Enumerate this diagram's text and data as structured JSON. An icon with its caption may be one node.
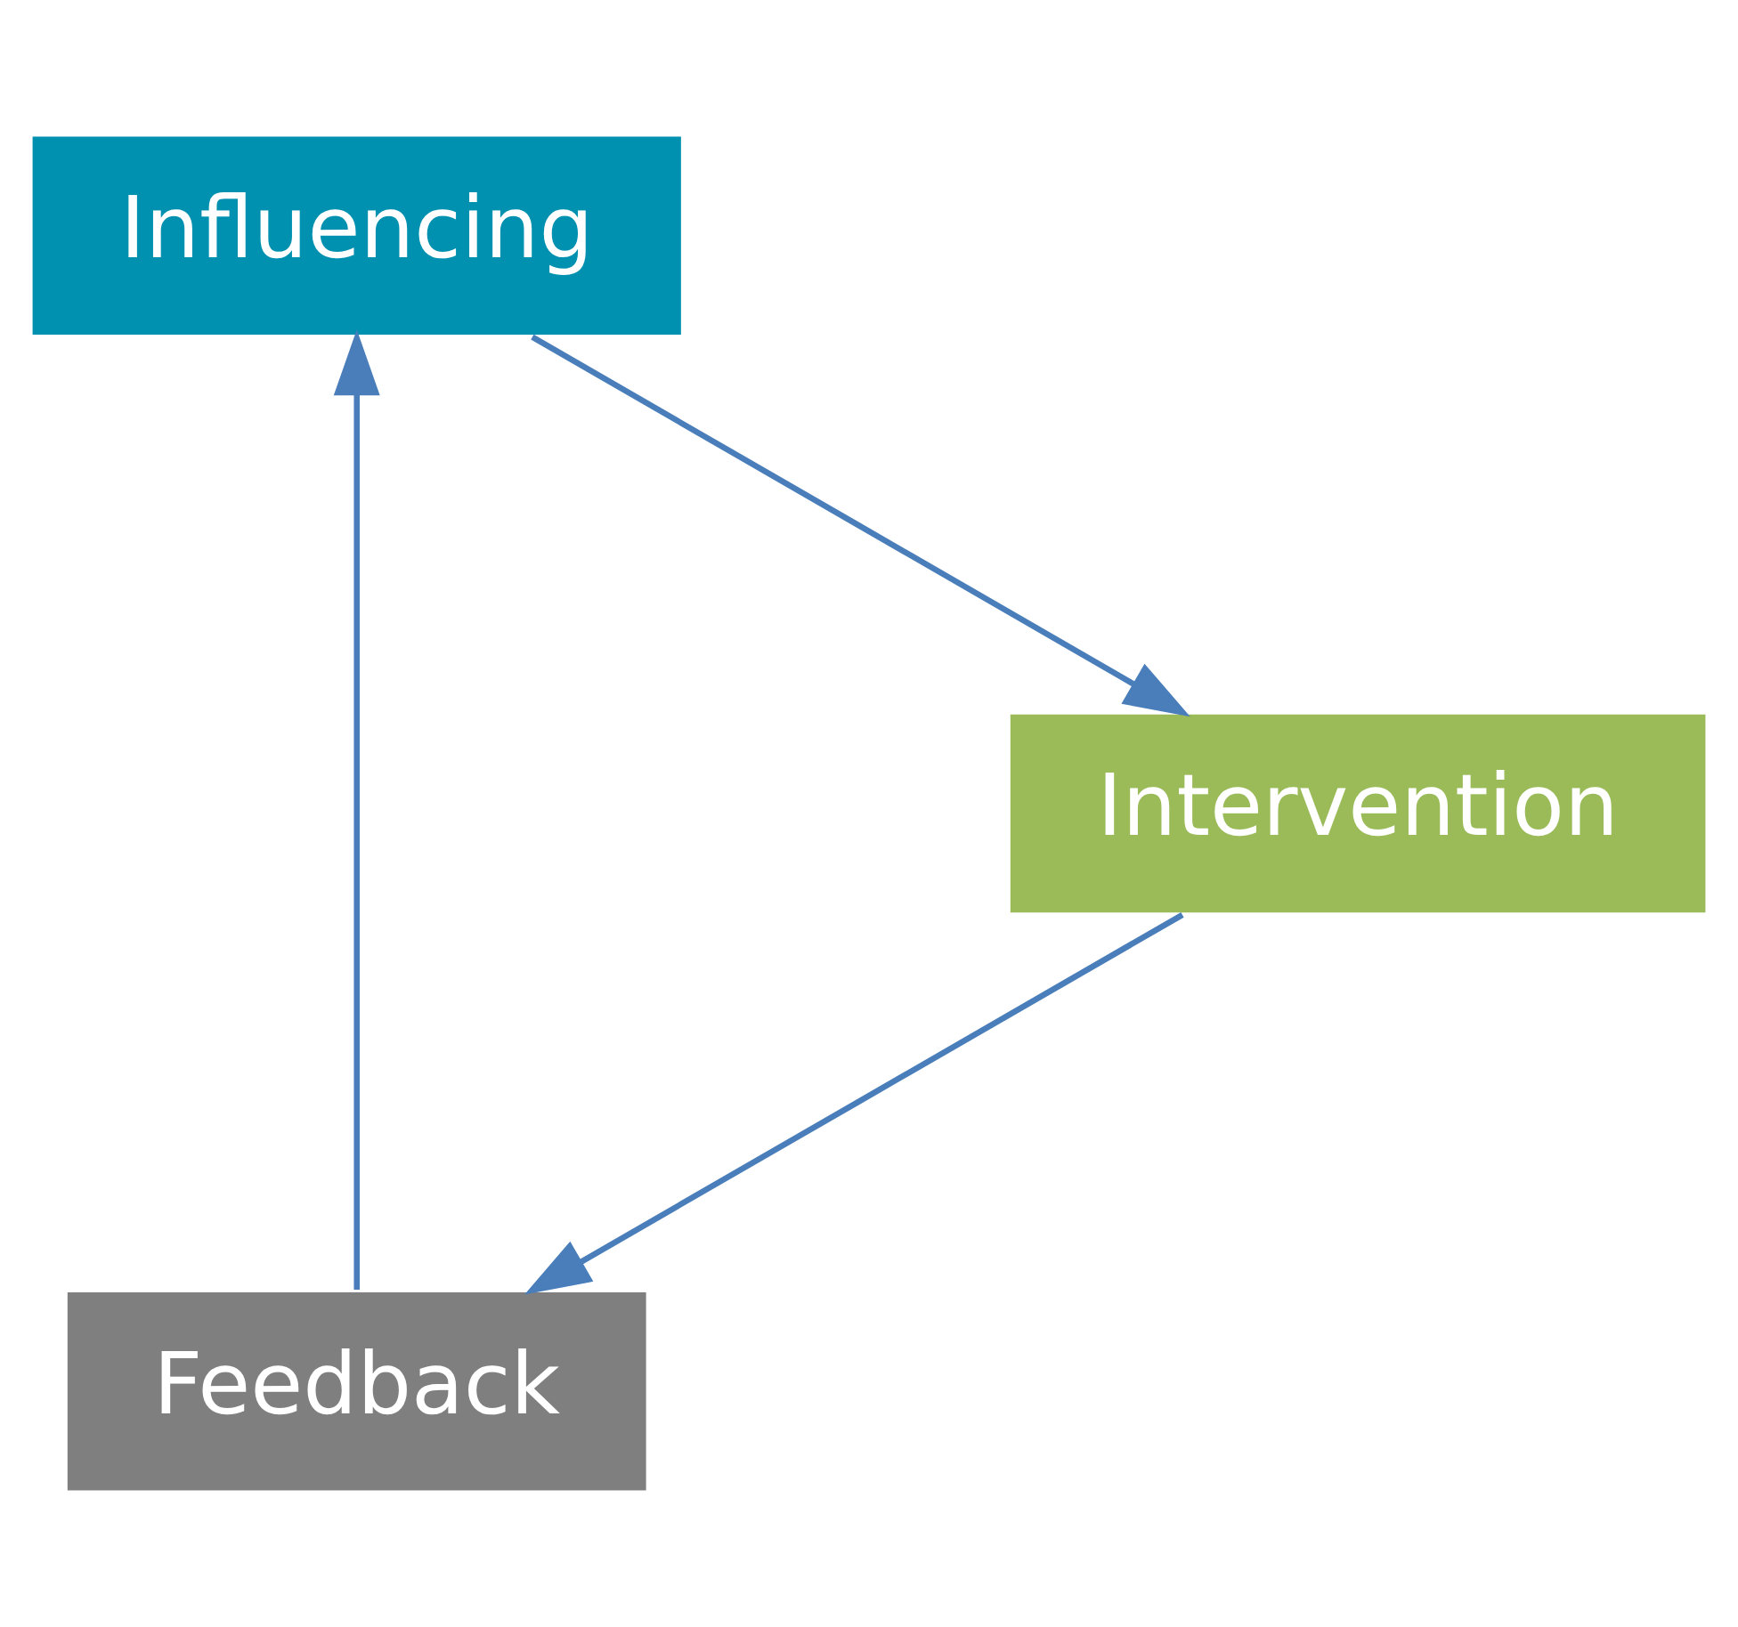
{
  "diagram": {
    "nodes": [
      {
        "text": [
          "Feedback"
        ]
      },
      {
        "text": [
          "Intervention"
        ]
      },
      {
        "text": [
          "Influencing"
        ]
      }
    ],
    "edges": [
      {
        "from": 1,
        "to": 0,
        "arrow": "to"
      },
      {
        "from": 0,
        "to": 2,
        "arrow": "to"
      },
      {
        "from": 2,
        "to": 1,
        "arrow": "to"
      }
    ]
  }
}
